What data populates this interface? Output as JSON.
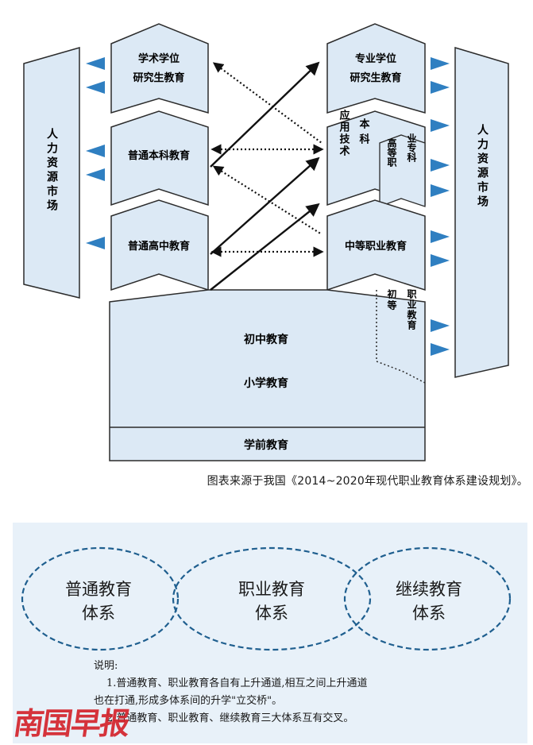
{
  "diagram": {
    "hr_market_left": "人力资源市场",
    "hr_market_right": "人力资源市场",
    "academic_degree_line1": "学术学位",
    "academic_degree_line2": "研究生教育",
    "general_undergrad": "普通本科教育",
    "general_highschool": "普通高中教育",
    "professional_degree_line1": "专业学位",
    "professional_degree_line2": "研究生教育",
    "applied_undergrad_left_col1": "应用技术",
    "applied_undergrad_right_col": "本科",
    "higher_vocational_col1": "高等职",
    "higher_vocational_col2": "业专科",
    "secondary_vocational": "中等职业教育",
    "junior_vocational_col1": "初等",
    "junior_vocational_col2": "职业教育",
    "junior_middle": "初中教育",
    "primary": "小学教育",
    "preschool": "学前教育"
  },
  "caption": "图表来源于我国《2014~2020年现代职业教育体系建设规划》。",
  "venn": {
    "circle1_line1": "普通教育",
    "circle1_line2": "体系",
    "circle2_line1": "职业教育",
    "circle2_line2": "体系",
    "circle3_line1": "继续教育",
    "circle3_line2": "体系"
  },
  "notes": {
    "title": "说明:",
    "item1_line1": "1.普通教育、职业教育各自有上升通道,相互之间上升通道",
    "item1_line2": "也在打通,形成多体系间的升学\"立交桥\"。",
    "item2": "2.普通教育、职业教育、继续教育三大体系互有交叉。"
  },
  "watermark": "南国早报",
  "colors": {
    "box_fill": "#dce9f5",
    "box_stroke": "#2b2b2b",
    "arrow_blue": "#2f7fc1",
    "venn_border": "#1f5f8f",
    "panel_bg": "#e8f1f9",
    "watermark_red": "#d4232b"
  }
}
